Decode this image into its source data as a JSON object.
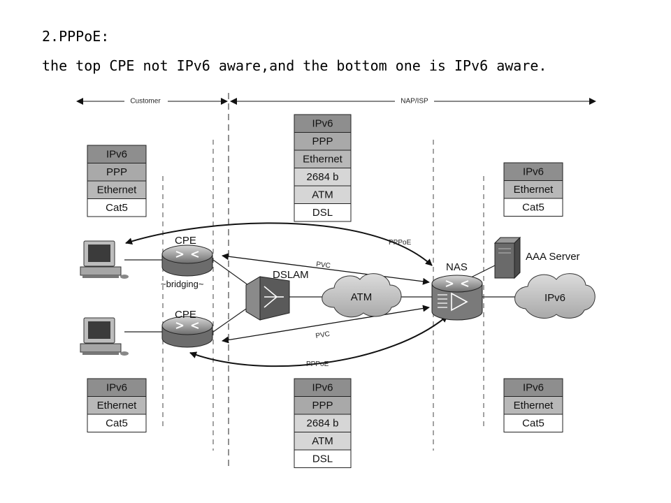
{
  "heading": {
    "line1": "2.PPPoE:",
    "line2": "the top CPE not IPv6 aware,and the bottom one is IPv6 aware."
  },
  "zones": {
    "customer": "Customer",
    "nap_isp": "NAP/ISP"
  },
  "stacks": {
    "top_left": [
      "IPv6",
      "PPP",
      "Ethernet",
      "Cat5"
    ],
    "top_center": [
      "IPv6",
      "PPP",
      "Ethernet",
      "2684 b",
      "ATM",
      "DSL"
    ],
    "top_right": [
      "IPv6",
      "Ethernet",
      "Cat5"
    ],
    "bottom_left": [
      "IPv6",
      "Ethernet",
      "Cat5"
    ],
    "bottom_center": [
      "IPv6",
      "PPP",
      "2684 b",
      "ATM",
      "DSL"
    ],
    "bottom_right": [
      "IPv6",
      "Ethernet",
      "Cat5"
    ]
  },
  "devices": {
    "cpe_top": "CPE",
    "cpe_top_note": "~bridging~",
    "cpe_bottom": "CPE",
    "dslam": "DSLAM",
    "nas": "NAS",
    "aaa": "AAA Server"
  },
  "clouds": {
    "atm": "ATM",
    "ipv6": "IPv6"
  },
  "links": {
    "pppoe_top": "PPPoE",
    "pvc_top": "PVC",
    "pvc_bottom": "PVC",
    "pppoe_bottom": "PPPoE"
  },
  "colors": {
    "layer_ipv6": "#8e8e8e",
    "layer_ppp": "#a9a9a9",
    "layer_ethernet": "#b8b8b8",
    "layer_2684b": "#d6d6d6",
    "layer_atm": "#d6d6d6",
    "layer_dsl": "#ffffff",
    "layer_cat5": "#ffffff"
  }
}
